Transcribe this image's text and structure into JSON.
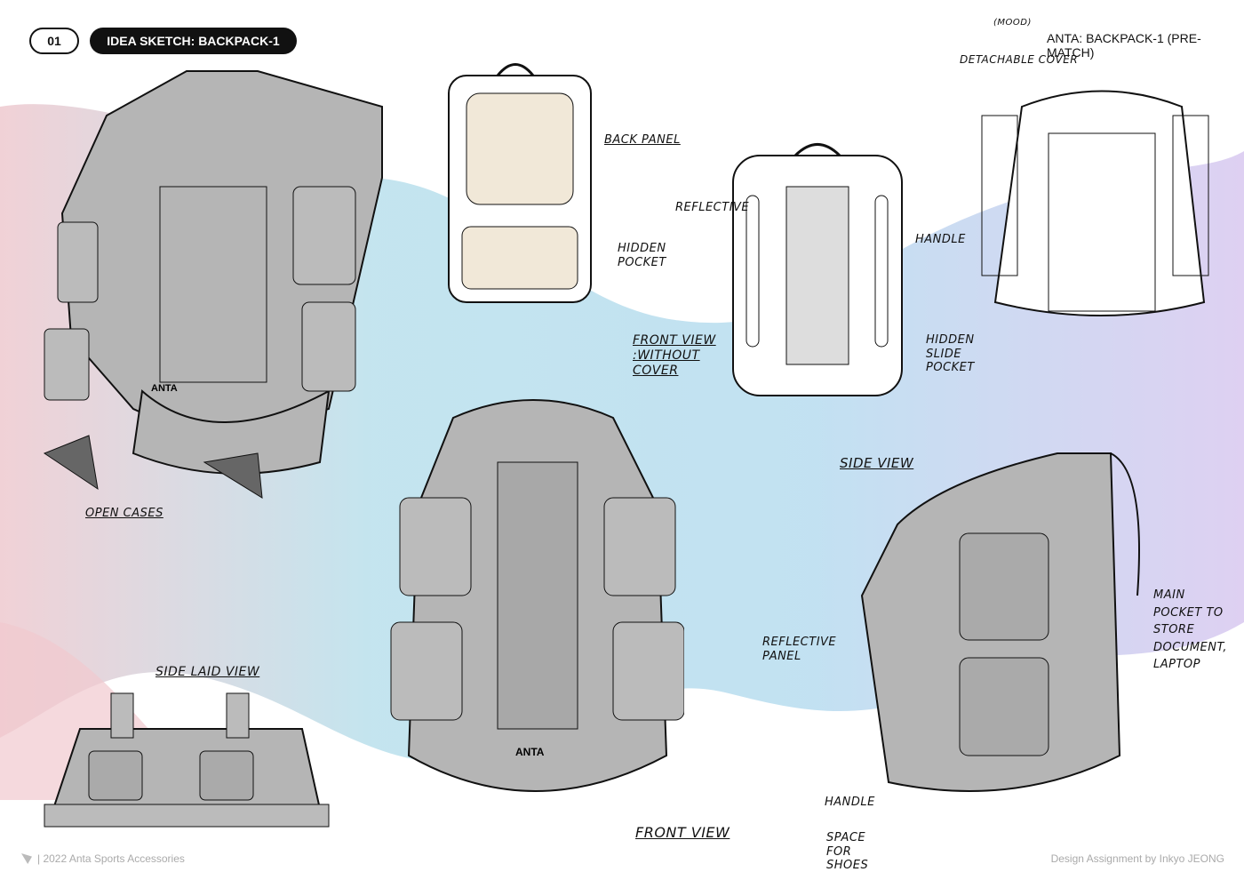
{
  "header": {
    "page_number": "01",
    "title": "IDEA SKETCH: BACKPACK-1"
  },
  "annotations": {
    "top_right_title": "ANTA: BACKPACK-1 (PRE-MATCH)",
    "mood": "(MOOD)",
    "detachable_cover": "DETACHABLE COVER",
    "open_cases": "OPEN CASES",
    "back_panel": "BACK PANEL",
    "hidden_pocket": "HIDDEN POCKET",
    "reflective": "REFLECTIVE",
    "front_view_without_cover": "FRONT VIEW :WITHOUT COVER",
    "handle_top": "HANDLE",
    "hidden_slide_pocket": "HIDDEN SLIDE POCKET",
    "side_view": "SIDE VIEW",
    "main_pocket": "MAIN POCKET TO STORE DOCUMENT, LAPTOP",
    "reflective_panel": "REFLECTIVE PANEL",
    "handle_bottom": "HANDLE",
    "space_for_shoes": "SPACE FOR SHOES",
    "side_laid_view": "SIDE LAID VIEW",
    "front_view": "FRONT VIEW",
    "brand_mark": "ANTA"
  },
  "footer": {
    "left": "| 2022 Anta Sports Accessories",
    "right": "Design Assignment by Inkyo JEONG"
  },
  "colors": {
    "sketch_fill": "#b5b5b5",
    "wave_blue": "#a9dcea",
    "wave_purple": "#cfc6ee",
    "wave_pink": "#f2c5cc"
  }
}
